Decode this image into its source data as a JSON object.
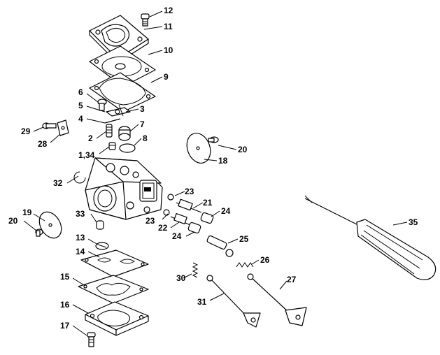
{
  "labels": {
    "p1_34": "1,34",
    "p2": "2",
    "p3": "3",
    "p4": "4",
    "p5": "5",
    "p6": "6",
    "p7": "7",
    "p8": "8",
    "p9": "9",
    "p10": "10",
    "p11": "11",
    "p12": "12",
    "p13": "13",
    "p14": "14",
    "p15": "15",
    "p16": "16",
    "p17": "17",
    "p18": "18",
    "p19": "19",
    "p20a": "20",
    "p20b": "20",
    "p21": "21",
    "p22": "22",
    "p23a": "23",
    "p23b": "23",
    "p24a": "24",
    "p24b": "24",
    "p25": "25",
    "p26": "26",
    "p27": "27",
    "p28": "28",
    "p29": "29",
    "p30": "30",
    "p31": "31",
    "p32": "32",
    "p33": "33",
    "p35": "35"
  }
}
